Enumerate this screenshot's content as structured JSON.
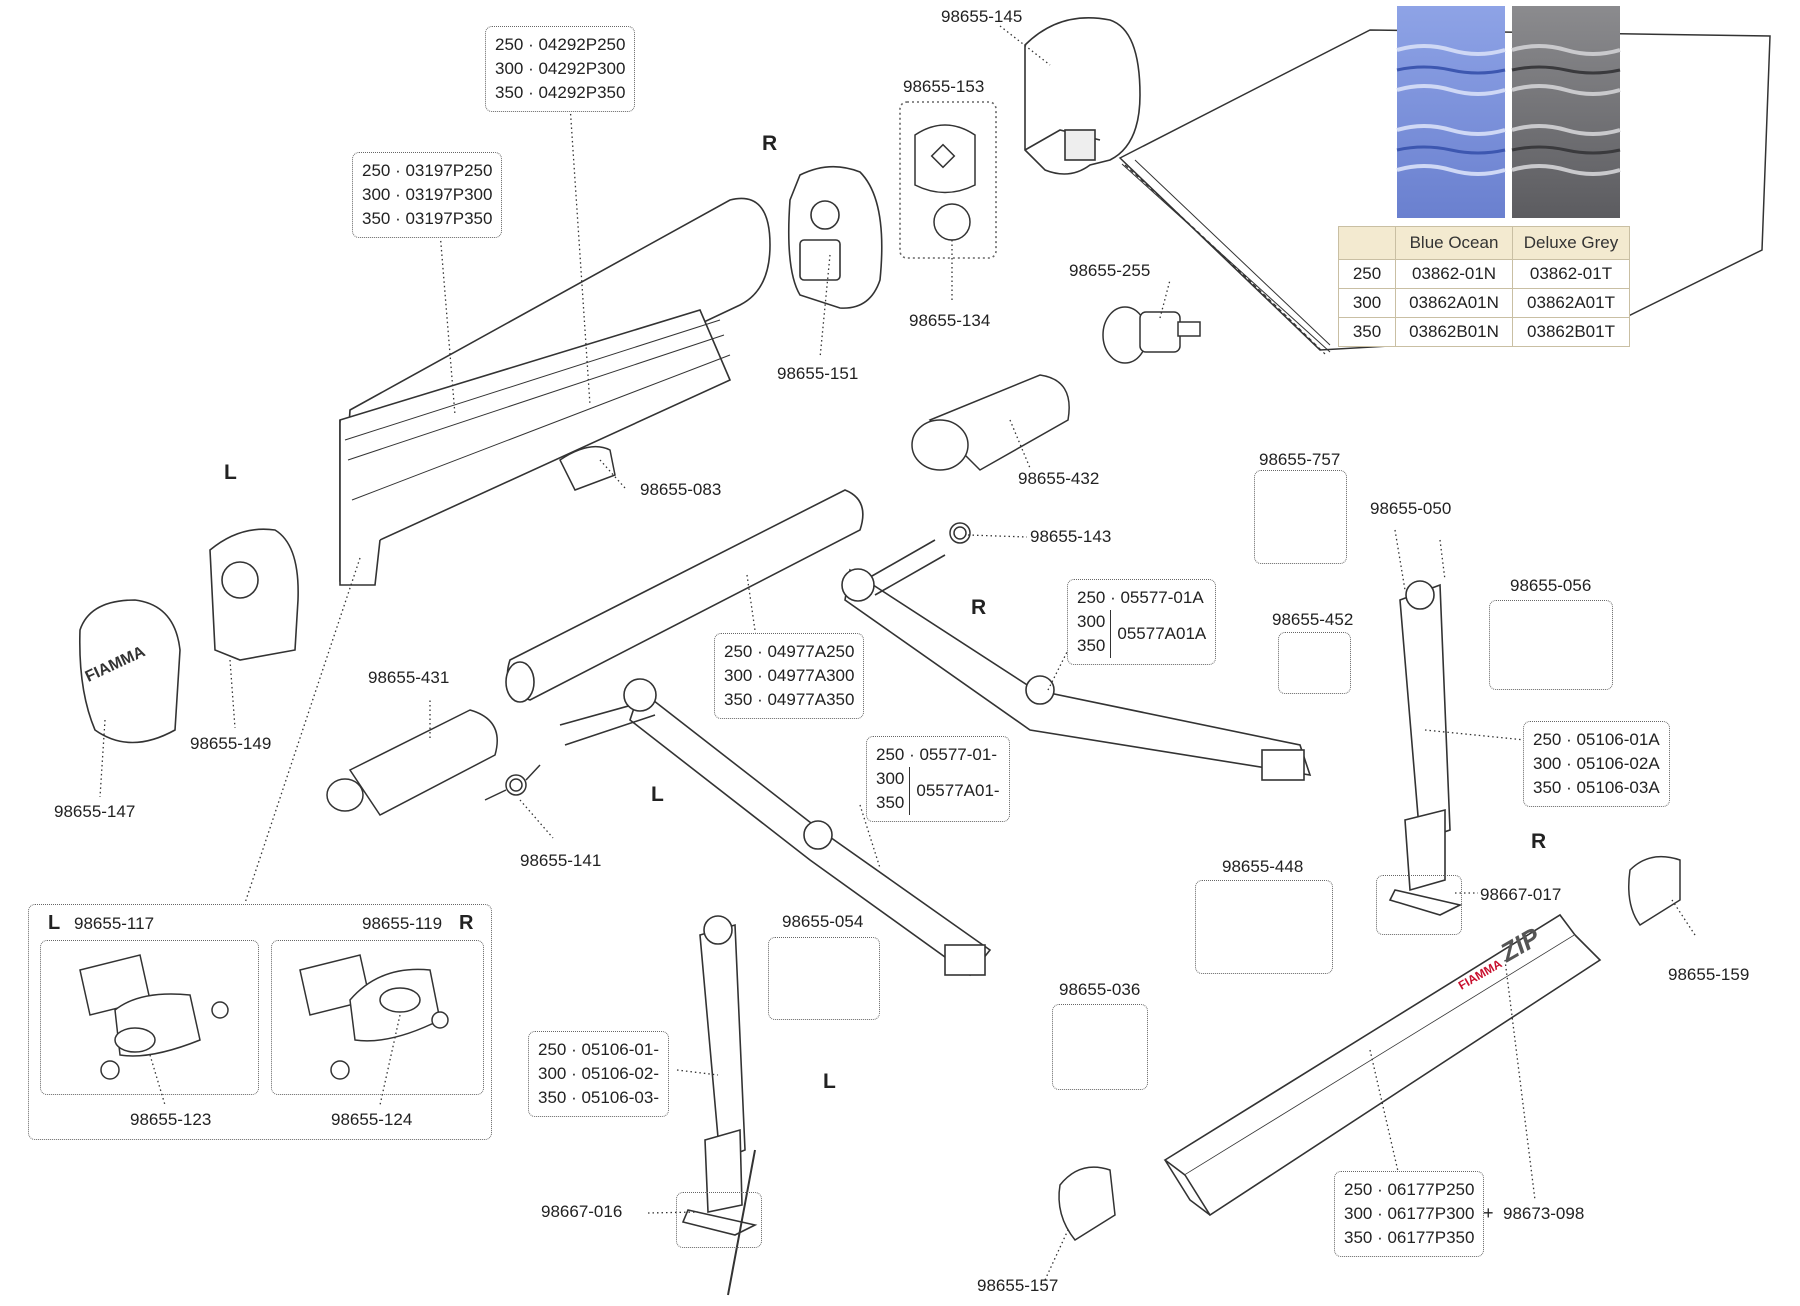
{
  "side_marks": {
    "left": "L",
    "right": "R"
  },
  "labels": {
    "p98655_145": "98655-145",
    "p98655_153": "98655-153",
    "p98655_134": "98655-134",
    "p98655_151": "98655-151",
    "p98655_255": "98655-255",
    "p98655_432": "98655-432",
    "p98655_083": "98655-083",
    "p98655_149": "98655-149",
    "p98655_147": "98655-147",
    "p98655_431": "98655-431",
    "p98655_141": "98655-141",
    "p98655_143": "98655-143",
    "p98655_757": "98655-757",
    "p98655_050": "98655-050",
    "p98655_452": "98655-452",
    "p98655_056": "98655-056",
    "p98655_448": "98655-448",
    "p98667_017": "98667-017",
    "p98655_159": "98655-159",
    "p98655_054": "98655-054",
    "p98655_036": "98655-036",
    "p98667_016": "98667-016",
    "p98655_157": "98655-157",
    "p98673_098": "98673-098",
    "p98655_117": "98655-117",
    "p98655_119": "98655-119",
    "p98655_123": "98655-123",
    "p98655_124": "98655-124"
  },
  "boxes": {
    "front_profile": [
      "250 · 04292P250",
      "300 · 04292P300",
      "350 · 04292P350"
    ],
    "case": [
      "250 · 03197P250",
      "300 · 03197P300",
      "350 · 03197P350"
    ],
    "roller_tube": [
      "250 · 04977A250",
      "300 · 04977A300",
      "350 · 04977A350"
    ],
    "arm_right": {
      "top": "250 · 05577-01A",
      "s300": "300",
      "s350": "350",
      "code": "05577A01A"
    },
    "arm_left": {
      "top": "250 · 05577-01-",
      "s300": "300",
      "s350": "350",
      "code": "05577A01-"
    },
    "leg_right": [
      "250 · 05106-01A",
      "300 · 05106-02A",
      "350 · 05106-03A"
    ],
    "leg_left": [
      "250 · 05106-01-",
      "300 · 05106-02-",
      "350 · 05106-03-"
    ],
    "zip_rail": [
      "250 · 06177P250",
      "300 · 06177P300",
      "350 · 06177P350"
    ],
    "plus": "+"
  },
  "brand": {
    "fiamma": "FIAMMA",
    "zip": "ZIP"
  },
  "fabric_table": {
    "headers": [
      "",
      "Blue Ocean",
      "Deluxe Grey"
    ],
    "rows": [
      [
        "250",
        "03862-01N",
        "03862-01T"
      ],
      [
        "300",
        "03862A01N",
        "03862A01T"
      ],
      [
        "350",
        "03862B01N",
        "03862B01T"
      ]
    ]
  },
  "colors": {
    "blue_ocean": "#6f86d1",
    "deluxe_grey": "#6e6e72",
    "table_header": "#f3ead0",
    "zip_red": "#c8102e"
  }
}
